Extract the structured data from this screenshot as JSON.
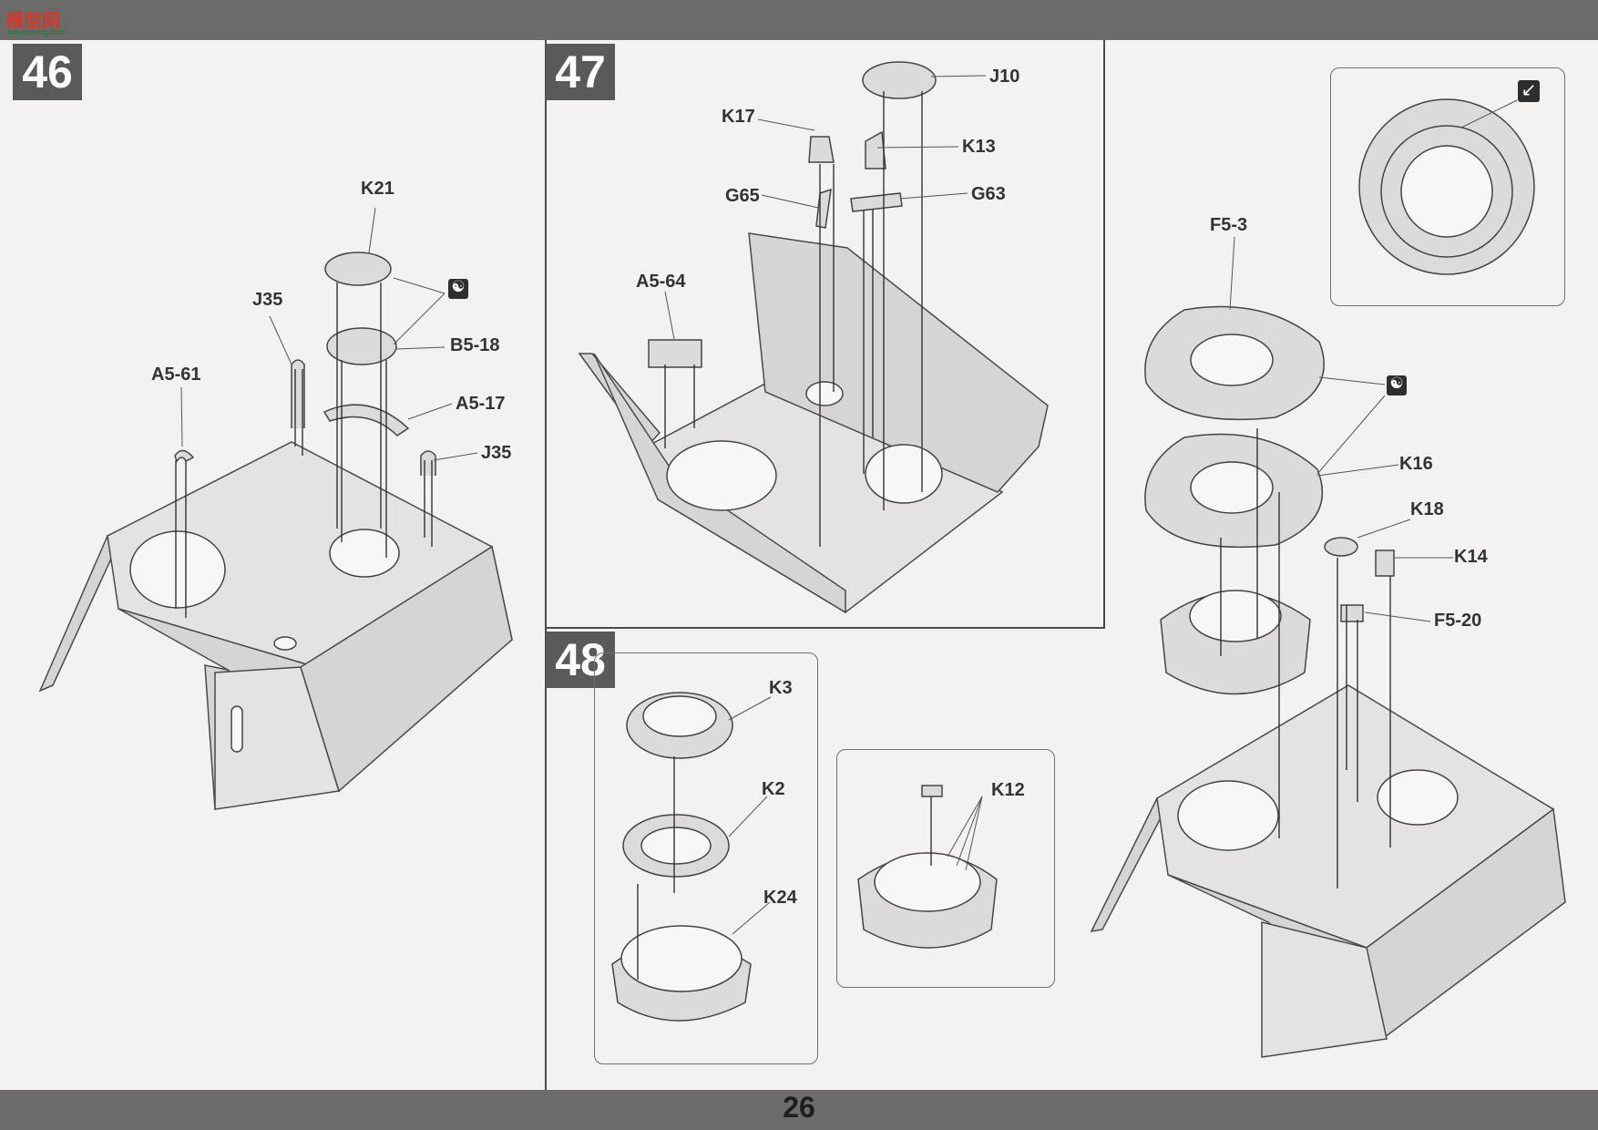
{
  "header": {
    "logo_text": "模型网",
    "logo_sub": "me-moxing.com"
  },
  "page": {
    "number": "26"
  },
  "steps": [
    {
      "number": "46",
      "labels": [
        "K21",
        "J35",
        "B5-18",
        "A5-61",
        "A5-17",
        "J35"
      ]
    },
    {
      "number": "47",
      "labels": [
        "J10",
        "K17",
        "K13",
        "G65",
        "G63",
        "A5-64"
      ]
    },
    {
      "number": "48",
      "labels": [
        "K3",
        "K2",
        "K24",
        "K12"
      ]
    }
  ],
  "right_panel": {
    "labels": [
      "F5-3",
      "K16",
      "K18",
      "K14",
      "F5-20"
    ]
  },
  "icons": {
    "paint": "paint-yin-yang-icon",
    "optional": "alternate-arrow-icon"
  },
  "colors": {
    "header_bar": "#6b6b69",
    "badge": "#5a5a58",
    "paper": "#f3f2f0"
  }
}
